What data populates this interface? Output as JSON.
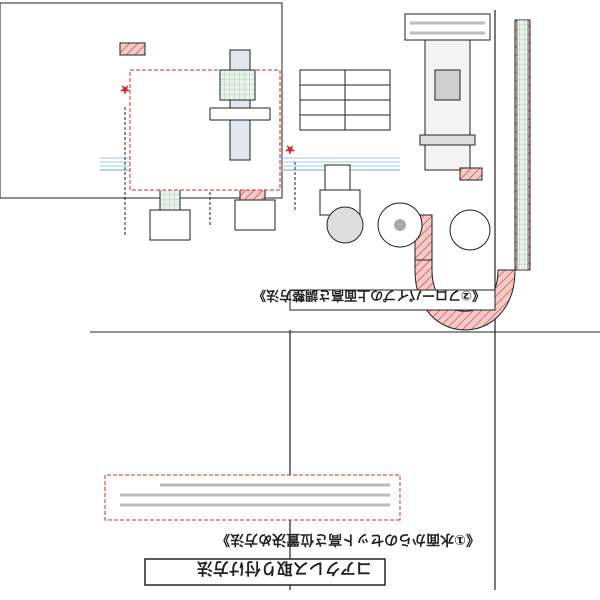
{
  "title_banner": {
    "text": "コアクレス取り付け方法"
  },
  "section_water_level": {
    "heading": "《①水面からのセット高さ位置決め方法》"
  },
  "section_flow_pipe": {
    "heading": "《②フローパイプの上面高さ調整方法》"
  },
  "colors": {
    "pipe_fill": "#f6c9c9",
    "pipe_hatch": "#c0392b",
    "annotation_red": "#d62828",
    "green_section": "#b9dfb0",
    "water_line": "#9fc6e8",
    "ink": "#222222"
  }
}
